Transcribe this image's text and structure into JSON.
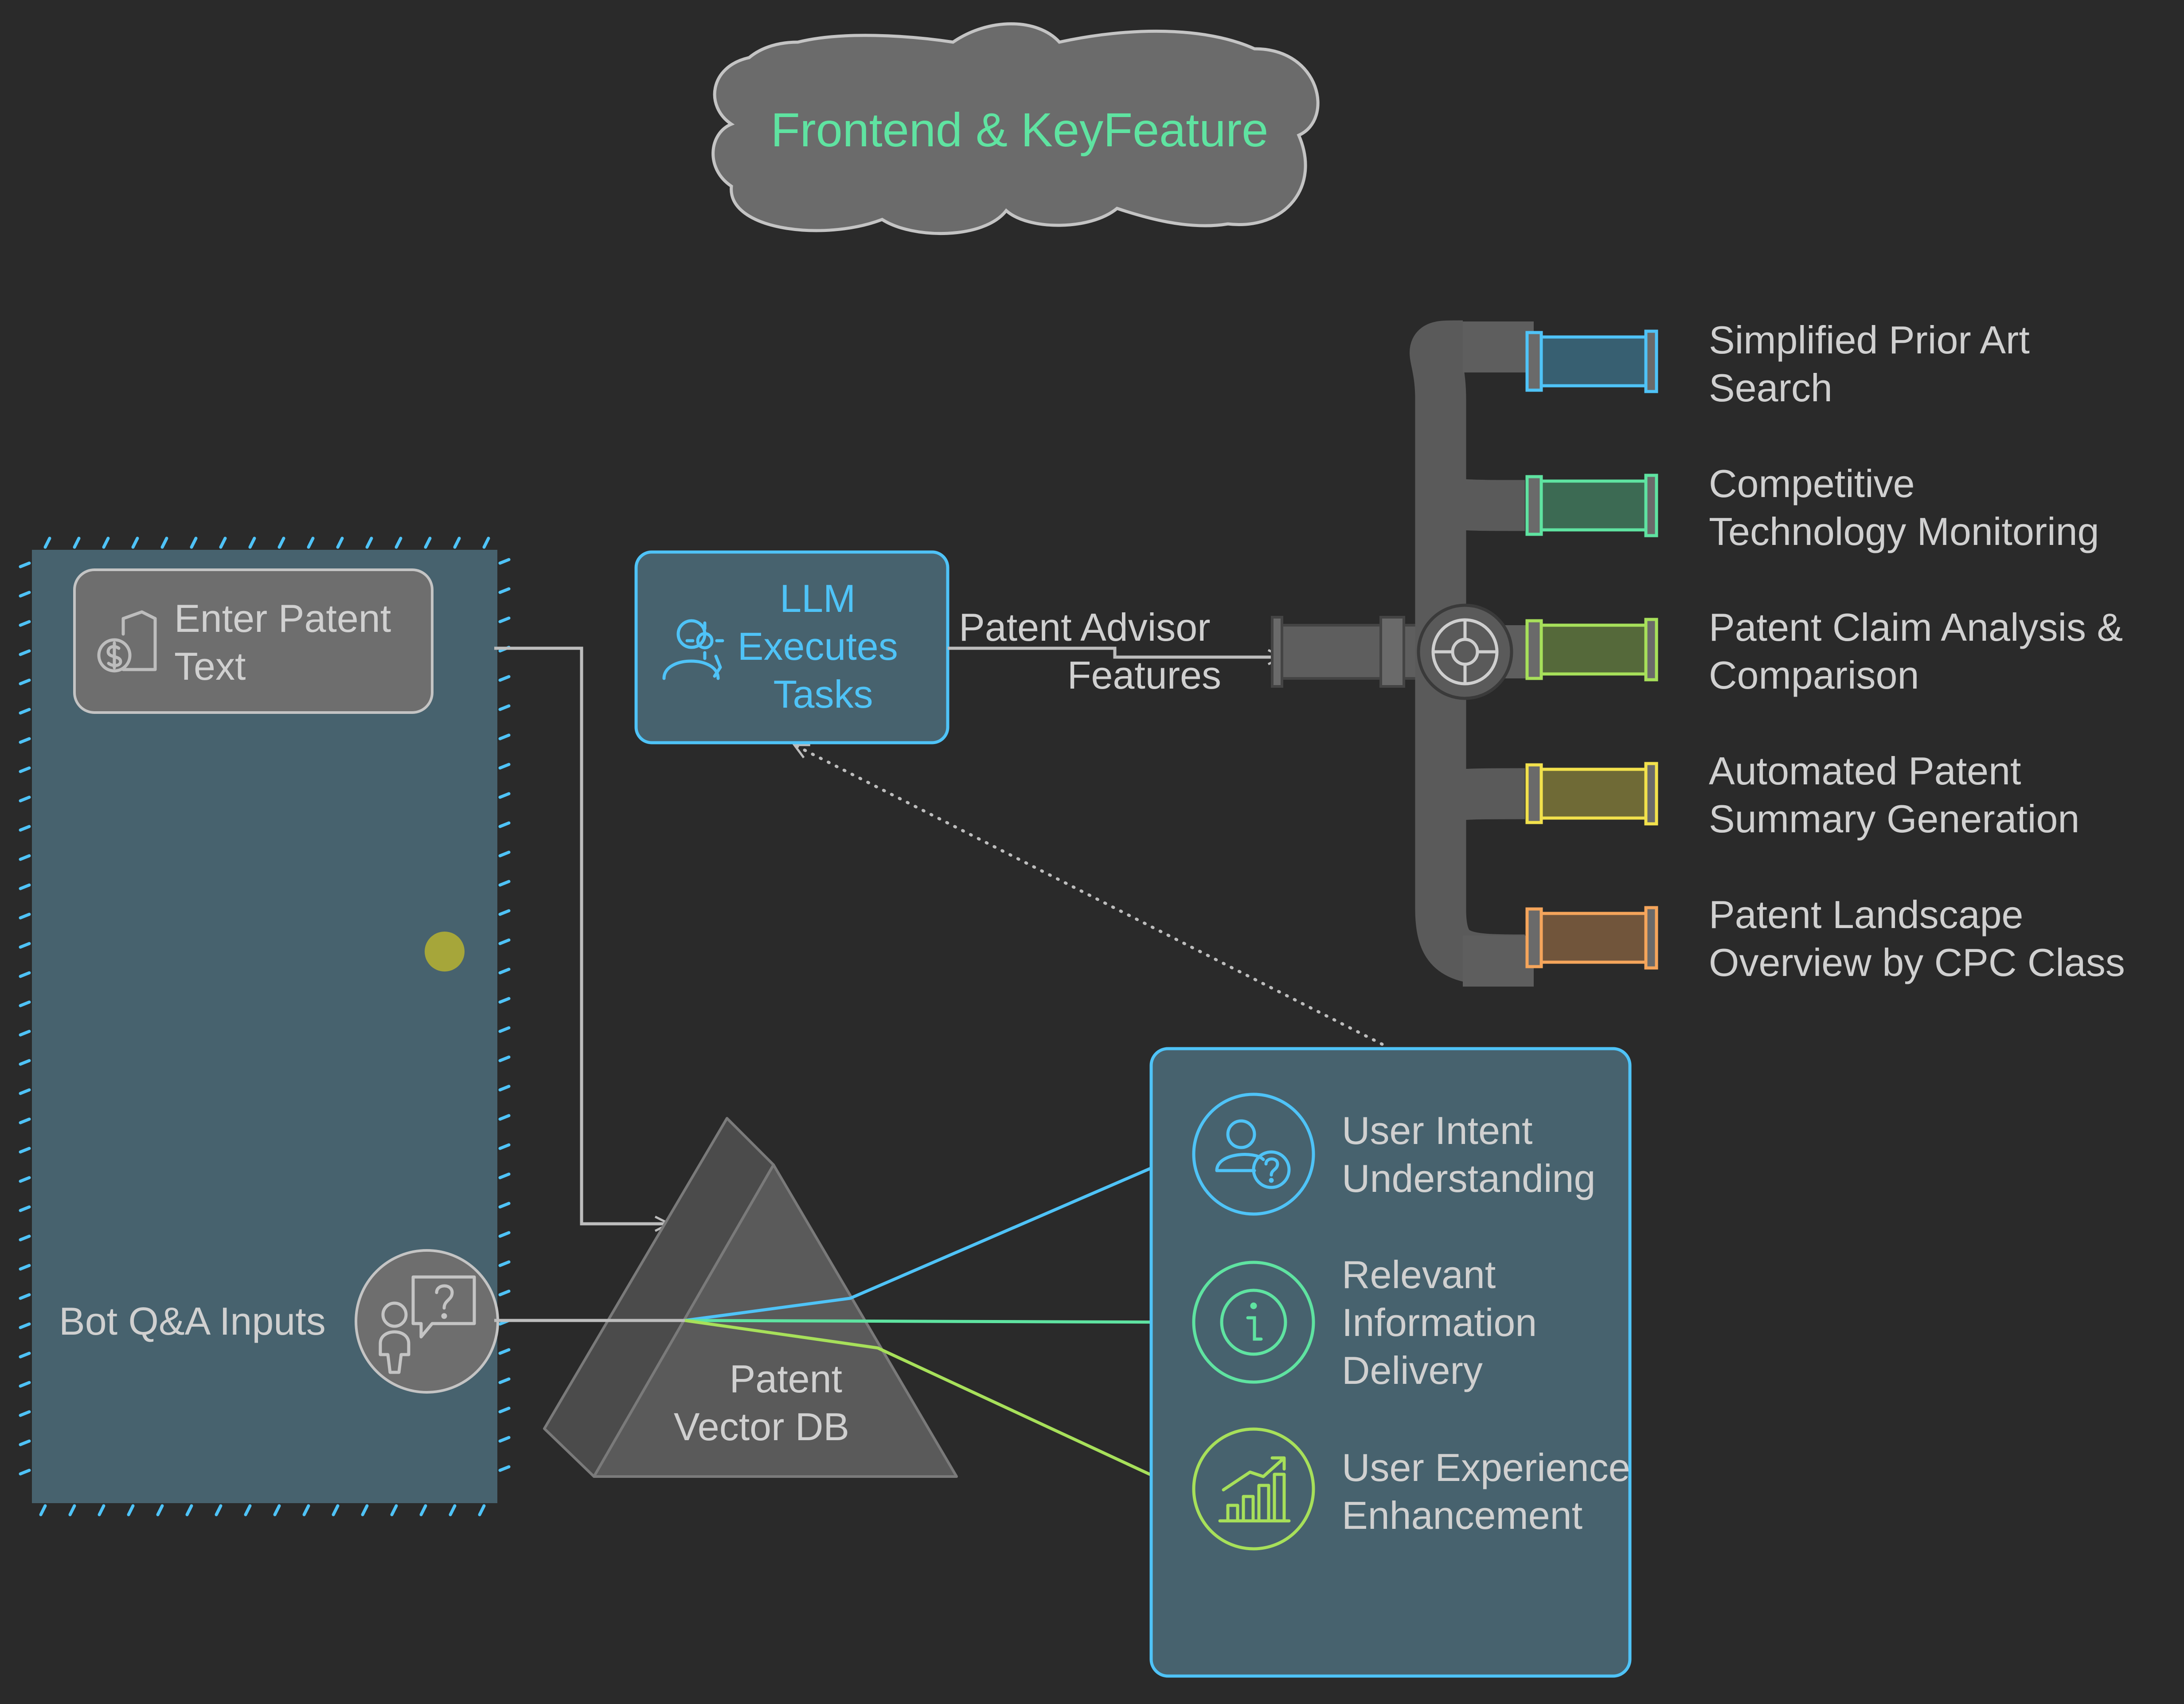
{
  "title": "Frontend & KeyFeature",
  "input_panel": {
    "enter_text_lines": [
      "Enter Patent",
      "Text"
    ],
    "bot_qa_label": "Bot Q&A Inputs"
  },
  "llm_box": {
    "lines": [
      "LLM",
      "Executes",
      "Tasks"
    ]
  },
  "connector_label_lines": [
    "Patent Advisor",
    "Features"
  ],
  "vector_db": {
    "lines": [
      "Patent",
      "Vector DB"
    ]
  },
  "features": [
    {
      "lines": [
        "Simplified Prior Art",
        "Search"
      ],
      "color": "#4fc3f7"
    },
    {
      "lines": [
        "Competitive",
        "Technology Monitoring"
      ],
      "color": "#5fe3a1"
    },
    {
      "lines": [
        "Patent Claim Analysis &",
        "Comparison"
      ],
      "color": "#a7e05a"
    },
    {
      "lines": [
        "Automated Patent",
        "Summary Generation"
      ],
      "color": "#f2e14c"
    },
    {
      "lines": [
        "Patent Landscape",
        "Overview by CPC Class"
      ],
      "color": "#f5a55b"
    }
  ],
  "outcomes": [
    {
      "lines": [
        "User Intent",
        "Understanding"
      ],
      "icon": "user-question-icon",
      "color": "#4fc3f7"
    },
    {
      "lines": [
        "Relevant",
        "Information",
        "Delivery"
      ],
      "icon": "info-icon",
      "color": "#5fe3a1"
    },
    {
      "lines": [
        "User Experience",
        "Enhancement"
      ],
      "icon": "chart-growth-icon",
      "color": "#a7e05a"
    }
  ],
  "colors": {
    "background": "#2a2a2a",
    "panel": "#47626e",
    "accent_blue": "#4fc3f7",
    "title_green": "#5fe3a1",
    "gray_shape": "#5a5a5a",
    "text": "#cfcfcf",
    "dot": "#a6a63a"
  }
}
